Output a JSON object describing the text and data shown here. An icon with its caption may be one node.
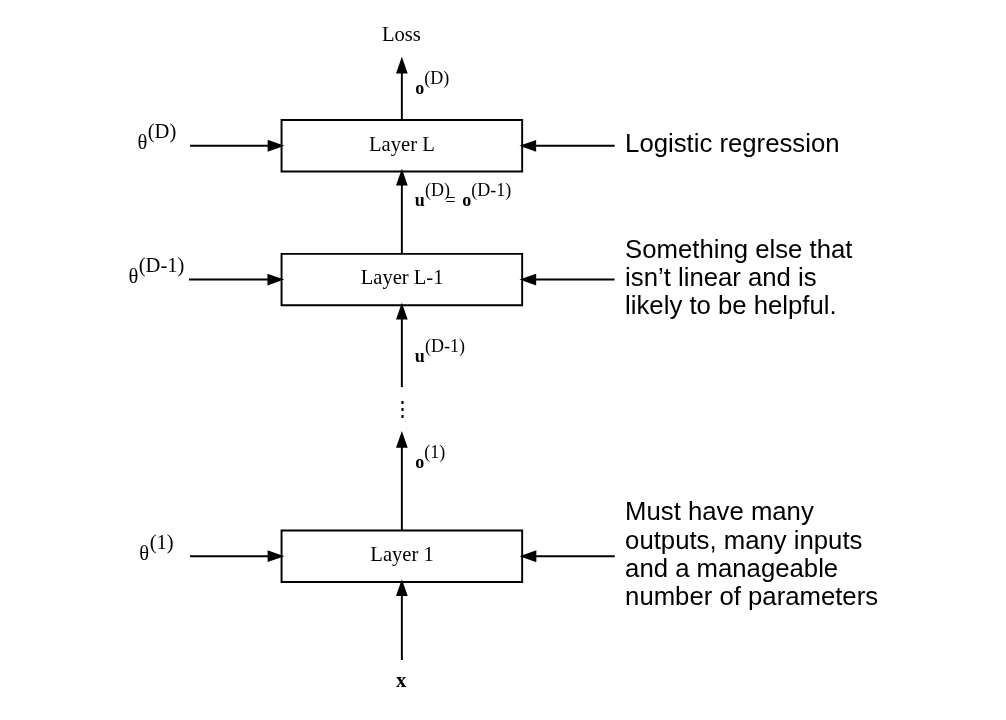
{
  "diagram": {
    "nodes": [
      {
        "text": [
          "Loss"
        ]
      },
      {
        "text": [
          "θ$^{(D)}$"
        ]
      },
      {
        "text": [
          "Layer L"
        ]
      },
      {
        "text": [
          "Logistic regression"
        ]
      },
      {
        "text": [
          "θ$^{(D-1)}$"
        ]
      },
      {
        "text": [
          "Layer L-1"
        ]
      },
      {
        "text": [
          "Something else that isn’t linear and is likely to be helpful."
        ]
      },
      {
        "text": [
          "⋮"
        ]
      },
      {
        "text": [
          "Must have many outputs, many inputs and a manageable number of parameters"
        ]
      },
      {
        "text": [
          "θ$^{(1)}$"
        ]
      },
      {
        "text": [
          "Layer 1"
        ]
      },
      {
        "text": [
          "**x**"
        ]
      }
    ],
    "edges": [
      {
        "from": 2,
        "to": 0,
        "arrow": "to",
        "label": "**o**$^{(D)}$"
      },
      {
        "from": 1,
        "to": 2,
        "arrow": "to"
      },
      {
        "from": 3,
        "to": 2,
        "arrow": "to"
      },
      {
        "from": 5,
        "to": 2,
        "arrow": "to",
        "label": "**u**$^{(D)}$= **o**$^{(D-1)}$"
      },
      {
        "from": 4,
        "to": 5,
        "arrow": "to"
      },
      {
        "from": 6,
        "to": 5,
        "arrow": "to"
      },
      {
        "from": 7,
        "to": 5,
        "arrow": "to",
        "label": "**u**$^{(D-1)}$"
      },
      {
        "from": 10,
        "to": 7,
        "arrow": "to",
        "label": "**o**$^{(1)}$"
      },
      {
        "from": 9,
        "to": 10,
        "arrow": "to"
      },
      {
        "from": 8,
        "to": 10,
        "arrow": "to"
      },
      {
        "from": 11,
        "to": 10,
        "arrow": "to"
      }
    ]
  }
}
